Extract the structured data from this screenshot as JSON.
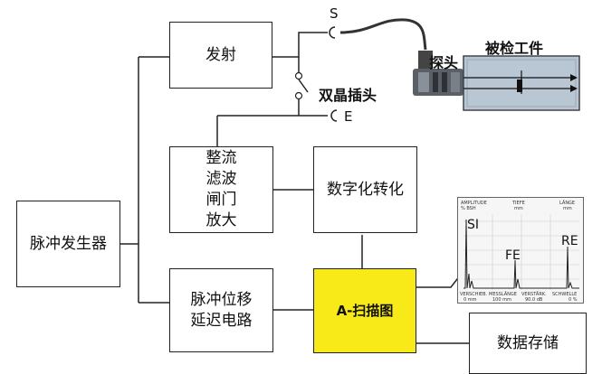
{
  "blocks": {
    "pulse_gen": "脉冲发生器",
    "transmit": "发射",
    "filter_lines": [
      "整流",
      "滤波",
      "闸门",
      "放大"
    ],
    "digitize": "数字化转化",
    "shift_lines": [
      "脉冲位移",
      "延迟电路"
    ],
    "ascan": "A-扫描图",
    "storage": "数据存储"
  },
  "labels": {
    "s": "S",
    "e": "E",
    "dual": "双晶插头",
    "probe": "探头",
    "workpiece": "被检工件"
  },
  "scope": {
    "top_left": "AMPLITUDE",
    "top_left2": "% BSH",
    "top_mid": "TIEFE",
    "top_mid2": "mm",
    "top_right": "LÄNGE",
    "top_right2": "mm",
    "peak_si": "SI",
    "peak_fe": "FE",
    "peak_re": "RE",
    "bot_left": "VERSCHIEB.",
    "bot_left2": "0 mm",
    "bot_midl": "MESSLÄNGE",
    "bot_midl2": "100 mm",
    "bot_midr": "VERSTÄRK.",
    "bot_midr2": "90.0 dB",
    "bot_right": "SCHWELLE",
    "bot_right2": "0 %"
  },
  "colors": {
    "ascan_fill": "#f7ea18",
    "workpiece_fill": "#b9c6d3"
  }
}
